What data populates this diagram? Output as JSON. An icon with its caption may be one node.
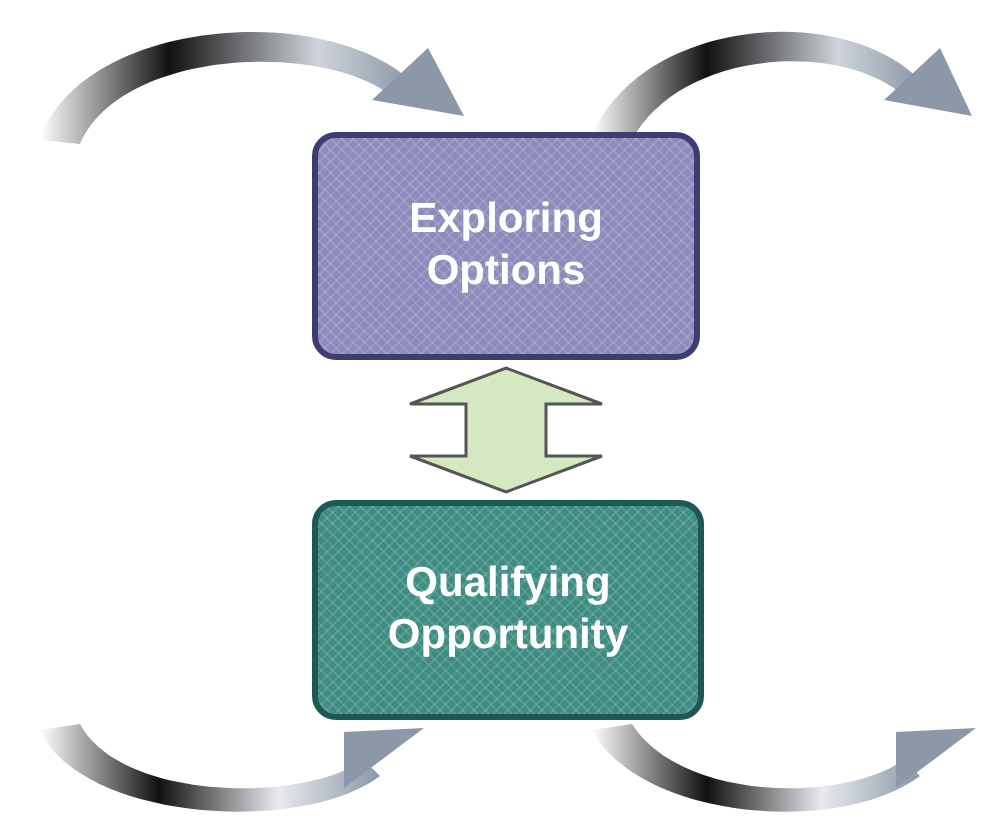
{
  "diagram": {
    "nodes": [
      {
        "text": [
          "Exploring Options"
        ]
      },
      {
        "text": [
          "Qualifying Opportunity"
        ]
      }
    ],
    "edges": [
      {
        "from": 0,
        "to": 1,
        "arrow": "both",
        "style": "thick"
      }
    ]
  }
}
